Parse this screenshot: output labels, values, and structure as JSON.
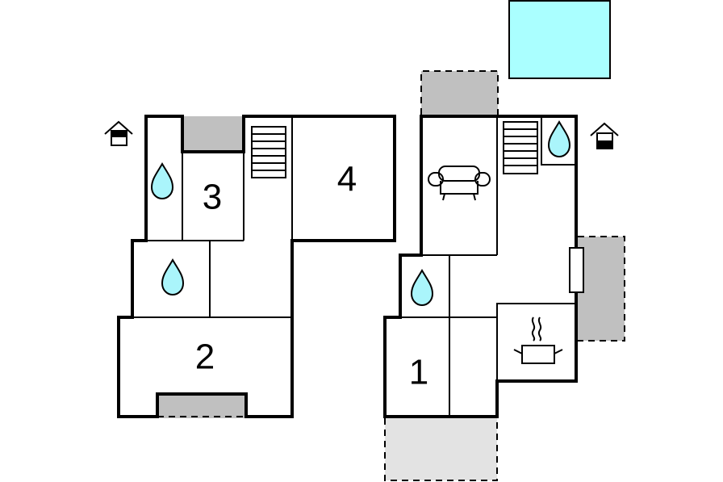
{
  "floor_plan": {
    "rooms": [
      {
        "id": "room-3",
        "label": "3"
      },
      {
        "id": "room-4",
        "label": "4"
      },
      {
        "id": "room-2",
        "label": "2"
      },
      {
        "id": "room-1",
        "label": "1"
      }
    ],
    "icons": {
      "entrance": "house-entrance-icon",
      "bathroom": "water-drop-icon",
      "stairs": "stairs-icon",
      "living": "sofa-icon",
      "kitchen": "cooking-pot-icon"
    },
    "colors": {
      "pool": "#aaffff",
      "terrace": "#c0c0c0",
      "terrace_light": "#e3e3e3",
      "water": "#aaf5fb",
      "walls": "#000000"
    }
  }
}
